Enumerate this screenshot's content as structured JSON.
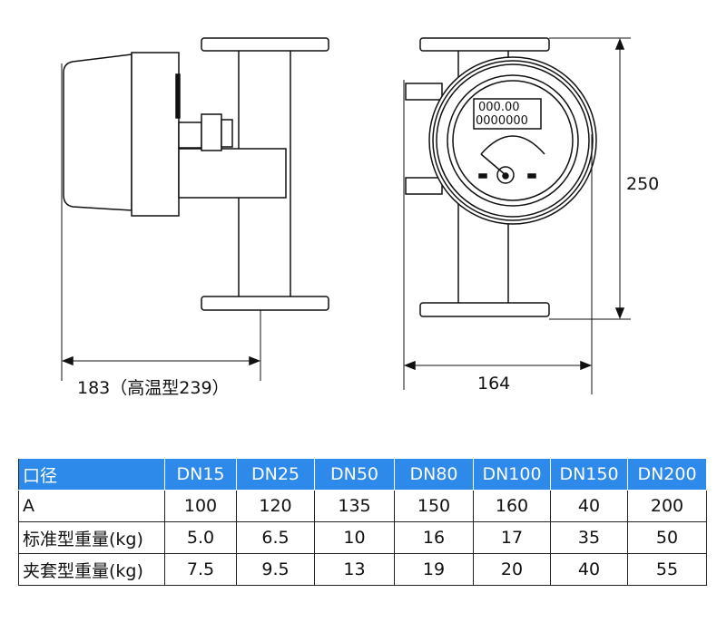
{
  "dimensions": {
    "left_width": "183（高温型239）",
    "right_width": "164",
    "height": "250"
  },
  "gauge": {
    "rate": "000.00",
    "total": "0000000"
  },
  "table": {
    "header": [
      "口径",
      "DN15",
      "DN25",
      "DN50",
      "DN80",
      "DN100",
      "DN150",
      "DN200"
    ],
    "rows": [
      [
        "A",
        "100",
        "120",
        "135",
        "150",
        "160",
        "40",
        "200"
      ],
      [
        "标准型重量(kg)",
        "5.0",
        "6.5",
        "10",
        "16",
        "17",
        "35",
        "50"
      ],
      [
        "夹套型重量(kg)",
        "7.5",
        "9.5",
        "13",
        "19",
        "20",
        "40",
        "55"
      ]
    ],
    "header_color": "#2d89ea"
  }
}
